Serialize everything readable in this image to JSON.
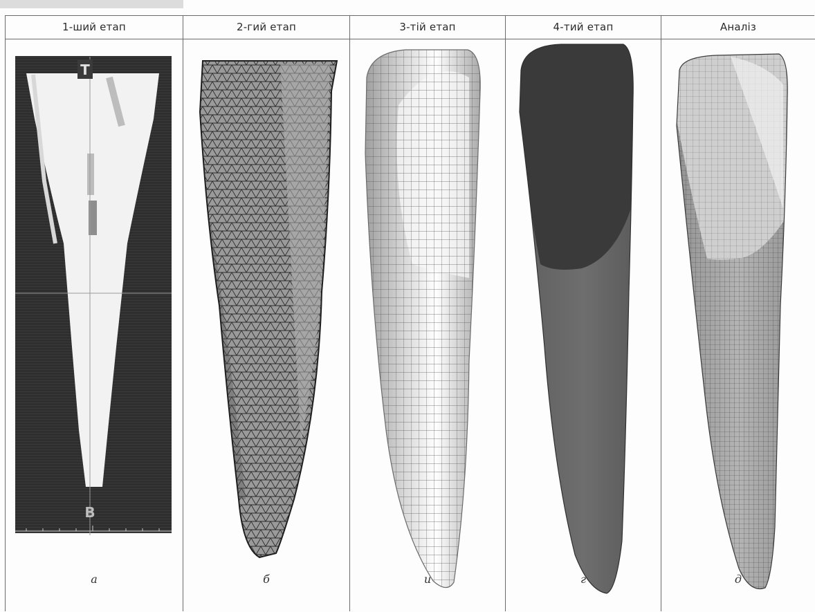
{
  "stages": [
    {
      "title": "1-ший етап",
      "caption": "а",
      "marker_top": "Т",
      "marker_bottom": "В"
    },
    {
      "title": "2-гий етап",
      "caption": "б"
    },
    {
      "title": "3-тій етап",
      "caption": "и"
    },
    {
      "title": "4-тий етап",
      "caption": "г"
    },
    {
      "title": "Аналіз",
      "caption": "д"
    }
  ]
}
